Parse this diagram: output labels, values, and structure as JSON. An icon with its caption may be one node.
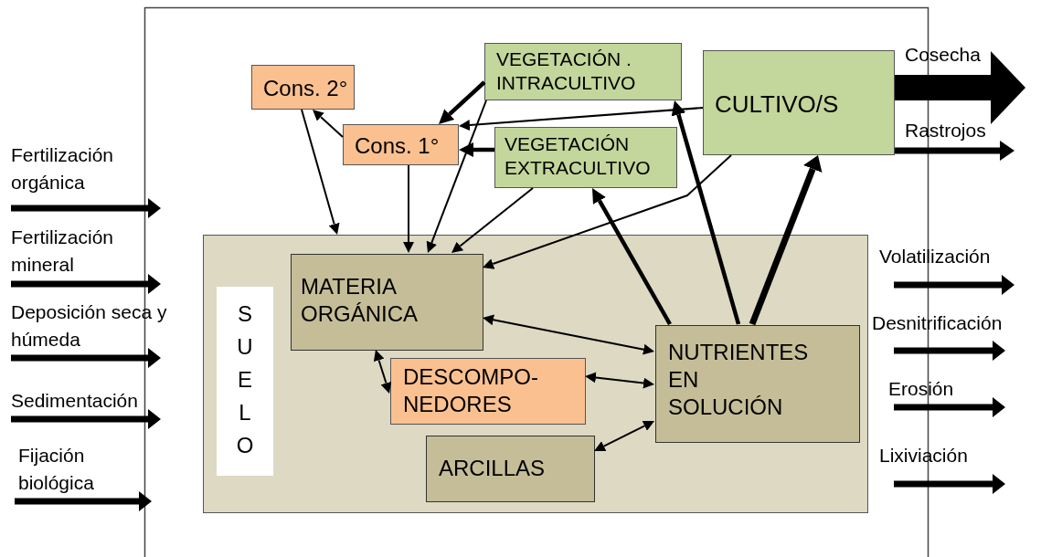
{
  "diagram": {
    "nodes": [
      {
        "text": [
          "SUELO"
        ]
      },
      {
        "text": [
          "Cons. 2°"
        ]
      },
      {
        "text": [
          "VEGETACIÓN . INTRACULTIVO"
        ]
      },
      {
        "text": [
          "CULTIVO/S"
        ]
      },
      {
        "text": [
          "Cons. 1°"
        ]
      },
      {
        "text": [
          "VEGETACIÓN EXTRACULTIVO"
        ]
      },
      {
        "text": [
          "MATERIA ORGÁNICA"
        ],
        "in": 0
      },
      {
        "text": [
          "DESCOMPO- NEDORES"
        ],
        "in": 0
      },
      {
        "text": [
          "NUTRIENTES EN SOLUCIÓN"
        ],
        "in": 0
      },
      {
        "text": [
          "ARCILLAS"
        ],
        "in": 0
      }
    ],
    "edges": [
      {
        "from": 4,
        "to": 1,
        "arrow": "to"
      },
      {
        "from": 1,
        "to": 0,
        "arrow": "to"
      },
      {
        "from": 4,
        "to": 6,
        "arrow": "to"
      },
      {
        "from": 2,
        "to": 4,
        "arrow": "to",
        "style": "thick"
      },
      {
        "from": 2,
        "to": 6,
        "arrow": "to"
      },
      {
        "from": 3,
        "to": 4,
        "arrow": "to"
      },
      {
        "from": 5,
        "to": 4,
        "arrow": "to",
        "style": "thick"
      },
      {
        "from": 5,
        "to": 6,
        "arrow": "to"
      },
      {
        "from": 3,
        "to": 6,
        "arrow": "to"
      },
      {
        "from": 8,
        "to": 5,
        "arrow": "to",
        "style": "thick"
      },
      {
        "from": 8,
        "to": 2,
        "arrow": "to",
        "style": "thick"
      },
      {
        "from": 8,
        "to": 3,
        "arrow": "to",
        "style": "thick"
      },
      {
        "from": 6,
        "to": 8,
        "arrow": "both"
      },
      {
        "from": 6,
        "to": 7,
        "arrow": "both"
      },
      {
        "from": 7,
        "to": 8,
        "arrow": "both"
      },
      {
        "from": 9,
        "to": 8,
        "arrow": "both"
      },
      {
        "from": 3,
        "to": null,
        "arrow": "to",
        "label": "Cosecha",
        "style": "thick"
      },
      {
        "from": 3,
        "to": null,
        "arrow": "to",
        "label": "Rastrojos",
        "style": "thick"
      }
    ],
    "labels": [
      "Fertilización orgánica",
      "Fertilización mineral",
      "Deposición seca y húmeda",
      "Sedimentación",
      "Fijación biológica",
      "Volatilización",
      "Desnitrificación",
      "Erosión",
      "Lixiviación"
    ]
  }
}
